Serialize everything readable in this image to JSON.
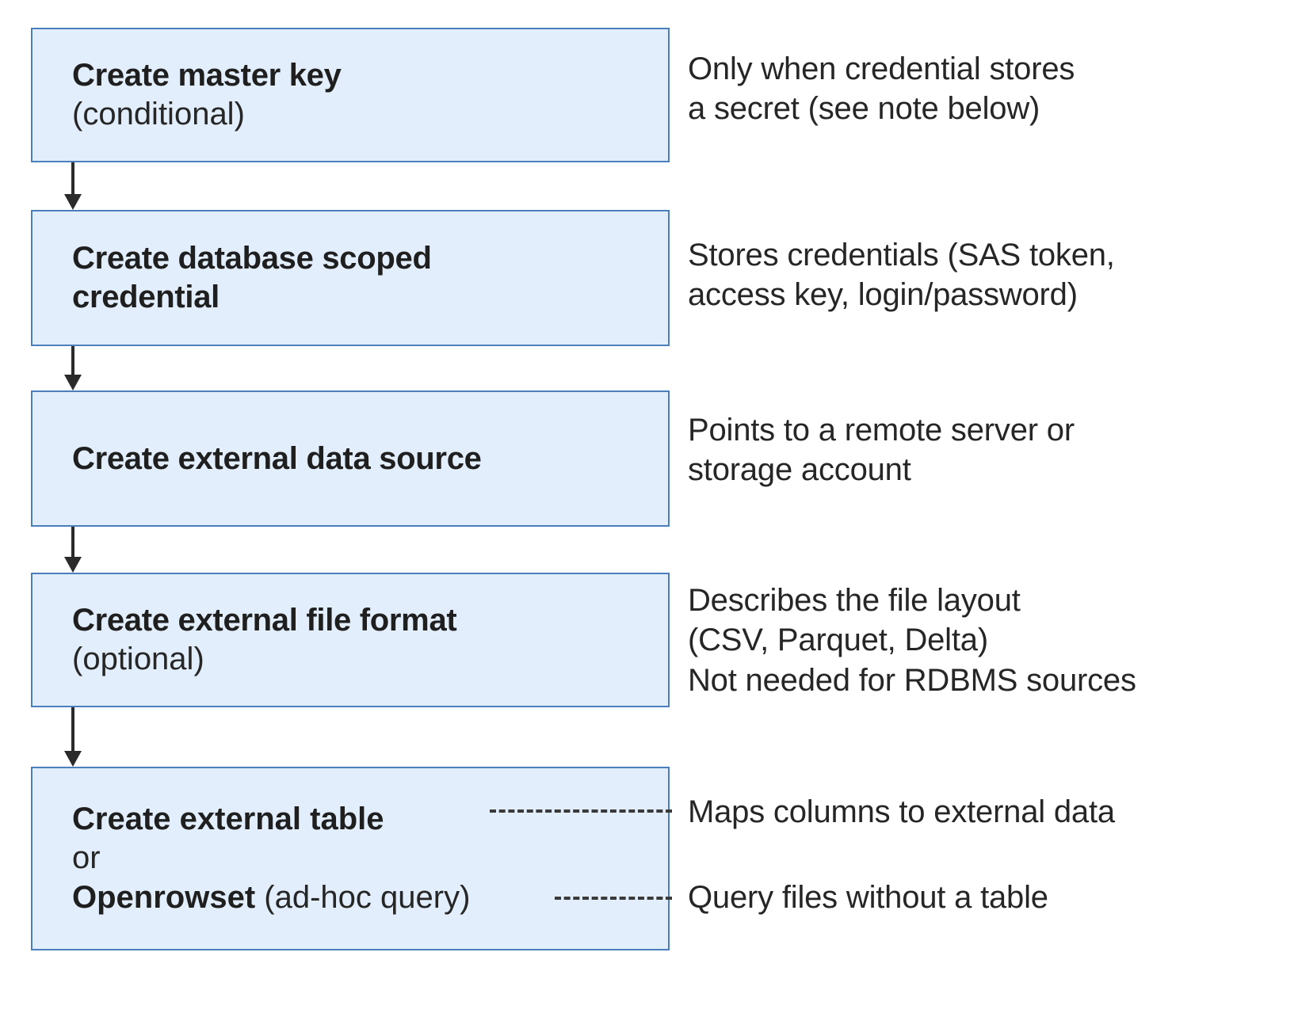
{
  "diagram": {
    "type": "flowchart",
    "orientation": "vertical",
    "colors": {
      "box_fill": "#e2eefc",
      "box_border": "#4a7fbb",
      "arrow": "#2b2b2b",
      "text": "#262626",
      "background": "#ffffff"
    },
    "steps": [
      {
        "id": "create-master-key",
        "title": "Create master key",
        "subtitle": "(conditional)",
        "note": "Only when credential stores\na secret (see note below)"
      },
      {
        "id": "create-database-scoped-credential",
        "title": "Create database scoped\ncredential",
        "subtitle": "",
        "note": "Stores credentials (SAS token,\naccess key, login/password)"
      },
      {
        "id": "create-external-data-source",
        "title": "Create external data source",
        "subtitle": "",
        "note": "Points to a remote server or\nstorage account"
      },
      {
        "id": "create-external-file-format",
        "title": "Create external file format",
        "subtitle": "(optional)",
        "note": "Describes the file layout\n(CSV, Parquet, Delta)\nNot needed for RDBMS sources"
      }
    ],
    "final_step": {
      "id": "create-external-table-or-openrowset",
      "line1_bold": "Create external table",
      "line2": "or",
      "line3_bold": "Openrowset",
      "line3_rest": " (ad-hoc query)",
      "note_table": "Maps columns to external data",
      "note_openrowset": "Query files without a table"
    },
    "connectors": {
      "arrow_count": 4,
      "dashed_count": 2
    }
  }
}
